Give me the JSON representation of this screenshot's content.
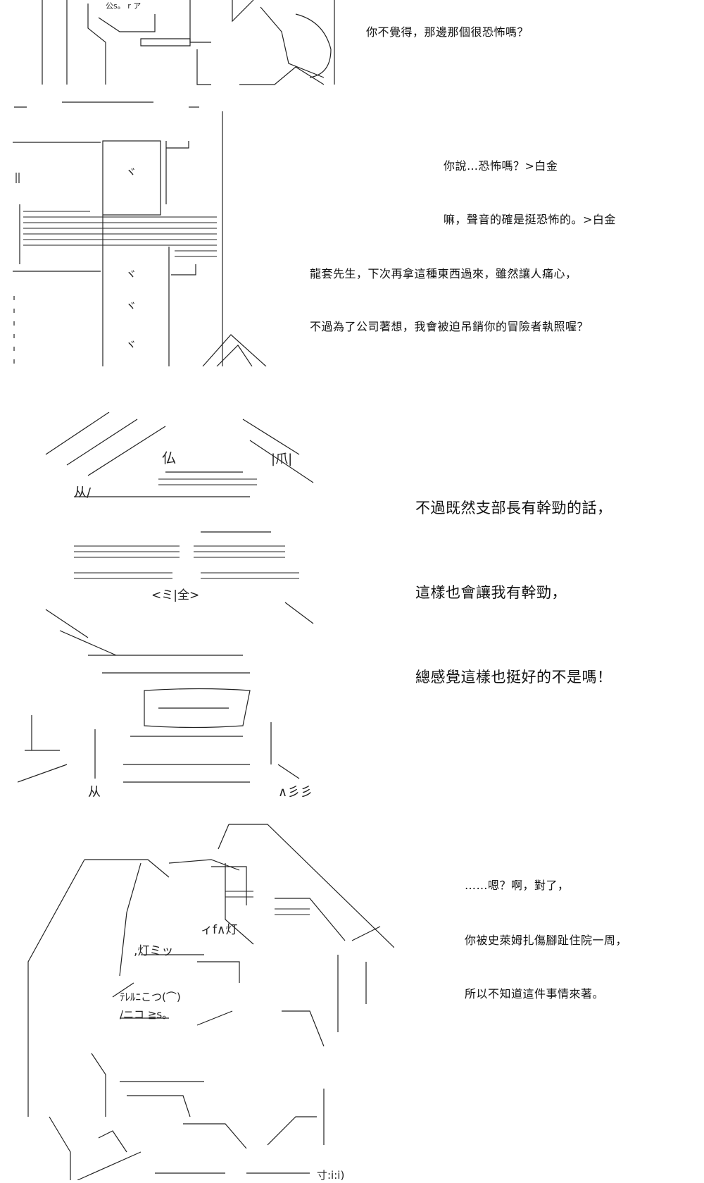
{
  "panels": [
    {
      "lines": [
        "你不覺得，那邊那個很恐怖嗎？"
      ]
    },
    {
      "lines": [
        "你說…恐怖嗎？>白金",
        "嘛，聲音的確是挺恐怖的。>白金",
        "龍套先生，下次再拿這種東西過來，雖然讓人痛心，",
        "不過為了公司著想，我會被迫吊銷你的冒險者執照喔？"
      ]
    },
    {
      "lines": [
        "不過既然支部長有幹勁的話，",
        "這樣也會讓我有幹勁，",
        "總感覺這樣也挺好的不是嗎！"
      ]
    },
    {
      "lines": [
        "……嗯？啊，對了，",
        "你被史萊姆扎傷腳趾住院一周，",
        "所以不知道這件事情來著。"
      ]
    }
  ]
}
